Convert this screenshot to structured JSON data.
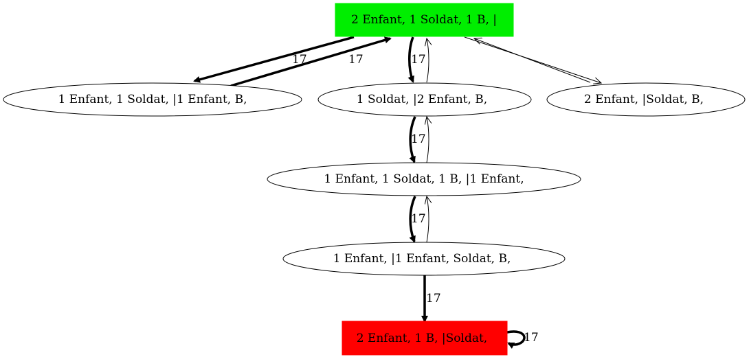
{
  "graph": {
    "nodes": [
      {
        "id": "n0",
        "label": "2 Enfant, 1 Soldat, 1 B, |",
        "shape": "box",
        "fill": "#00ee00"
      },
      {
        "id": "n1",
        "label": "1 Enfant, 1 Soldat, |1 Enfant, B,",
        "shape": "ellipse",
        "fill": "#ffffff"
      },
      {
        "id": "n2",
        "label": "1 Soldat, |2 Enfant, B,",
        "shape": "ellipse",
        "fill": "#ffffff"
      },
      {
        "id": "n3",
        "label": "2 Enfant, |Soldat, B,",
        "shape": "ellipse",
        "fill": "#ffffff"
      },
      {
        "id": "n4",
        "label": "1 Enfant, 1 Soldat, 1 B, |1 Enfant,",
        "shape": "ellipse",
        "fill": "#ffffff"
      },
      {
        "id": "n5",
        "label": "1 Enfant, |1 Enfant, Soldat, B,",
        "shape": "ellipse",
        "fill": "#ffffff"
      },
      {
        "id": "n6",
        "label": "2 Enfant, 1 B, |Soldat,",
        "shape": "box",
        "fill": "#ff0000"
      }
    ],
    "edges": [
      {
        "from": "n0",
        "to": "n1",
        "label": "17",
        "bold": true
      },
      {
        "from": "n1",
        "to": "n0",
        "label": "17",
        "bold": true
      },
      {
        "from": "n0",
        "to": "n2",
        "label": "17",
        "bold": true
      },
      {
        "from": "n2",
        "to": "n0",
        "label": "",
        "bold": false
      },
      {
        "from": "n0",
        "to": "n3",
        "label": "",
        "bold": false
      },
      {
        "from": "n3",
        "to": "n0",
        "label": "",
        "bold": false
      },
      {
        "from": "n2",
        "to": "n4",
        "label": "17",
        "bold": true
      },
      {
        "from": "n4",
        "to": "n2",
        "label": "",
        "bold": false
      },
      {
        "from": "n4",
        "to": "n5",
        "label": "17",
        "bold": true
      },
      {
        "from": "n5",
        "to": "n4",
        "label": "",
        "bold": false
      },
      {
        "from": "n5",
        "to": "n6",
        "label": "17",
        "bold": true
      },
      {
        "from": "n6",
        "to": "n6",
        "label": "17",
        "bold": true
      }
    ]
  }
}
